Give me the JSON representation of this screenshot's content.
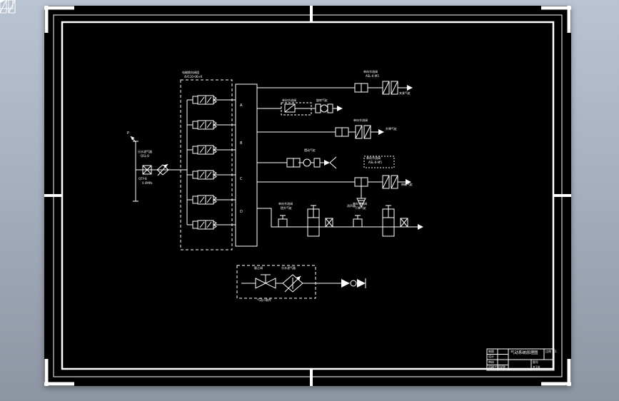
{
  "colors": {
    "background_top": "#b9c3d2",
    "background_bottom": "#8d95a3",
    "sheet": "#000000",
    "line": "#ffffff"
  },
  "labels": {
    "feed_arrow": "P",
    "feed_top1": "分水滤气器",
    "feed_top2": "QSL-8",
    "feed_bot1": "QTY-8",
    "feed_bot2": "0.4MPa",
    "valve_group1": "电磁换向阀组",
    "valve_group2": "4V110-06×6",
    "port1": "A",
    "port2": "B",
    "port3": "C",
    "port4": "D",
    "b1_1": "单向节流阀",
    "b1_2": "ASL-6-M5",
    "b1_tag": "夹紧气缸",
    "b2_1": "单向节流阀",
    "b2_tag": "旋转气缸",
    "b3_1": "单向节流阀",
    "b3_tag": "升降气缸",
    "b4_1": "摆动气缸",
    "b5_1": "单向节流阀",
    "b5_2": "ASL-6-M5",
    "b5_tag": "伸缩气缸",
    "muffler": "消声器",
    "b6l_1": "单向节流阀",
    "b6l_2": "提升气缸",
    "b6r_1": "单向节流阀",
    "b6r_2": "下降气缸",
    "ap_1": "截止阀",
    "ap_2": "分水滤气器",
    "ap_caption": "气动二联件"
  },
  "title_block": {
    "title": "气动系统原理图",
    "design": "设计",
    "check": "审核",
    "draw": "制图",
    "scale": "比例 1:1",
    "qty": "共1张",
    "school": "机械工程学院",
    "no": "图号"
  }
}
